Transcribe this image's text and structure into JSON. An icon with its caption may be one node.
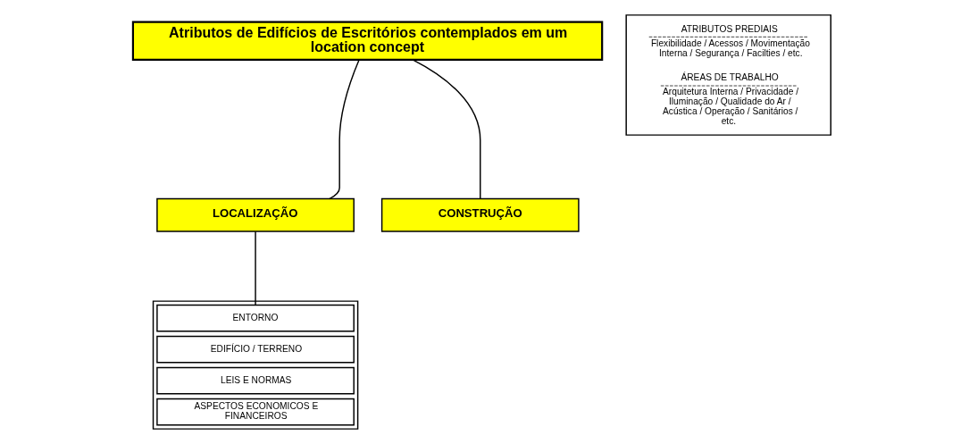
{
  "diagram": {
    "nodes": [
      {
        "text": [
          "Atributos de Edifícios de Escritórios contemplados em um location concept"
        ]
      },
      {
        "text": [
          "LOCALIZAÇÃO"
        ]
      },
      {
        "text": [
          "CONSTRUÇÃO"
        ]
      },
      {
        "text": [],
        "shape": "box"
      },
      {
        "text": [
          "ENTORNO"
        ],
        "in": 3
      },
      {
        "text": [
          "EDIFÍCIO / TERRENO"
        ],
        "in": 3
      },
      {
        "text": [
          "LEIS E NORMAS"
        ],
        "in": 3
      },
      {
        "text": [
          "ASPECTOS ECONOMICOS E FINANCEIROS"
        ],
        "in": 3
      },
      {
        "text": [],
        "shape": "box"
      },
      {
        "text": [
          "ATRIBUTOS PREDIAIS",
          "Flexibilidade / Acessos / Movimentação Interna / Segurança / Facilties / etc."
        ],
        "in": 8
      },
      {
        "text": [
          "ÁREAS DE TRABALHO",
          "Arquitetura Interna / Privacidade / Iluminação / Qualidade do Ar / Acústica / Operação / Sanitários / etc."
        ],
        "in": 8
      }
    ],
    "edges": [
      {
        "from": 0,
        "to": 1,
        "arrow": "none"
      },
      {
        "from": 0,
        "to": 2,
        "arrow": "none"
      },
      {
        "from": 1,
        "to": 3,
        "arrow": "none"
      }
    ]
  }
}
